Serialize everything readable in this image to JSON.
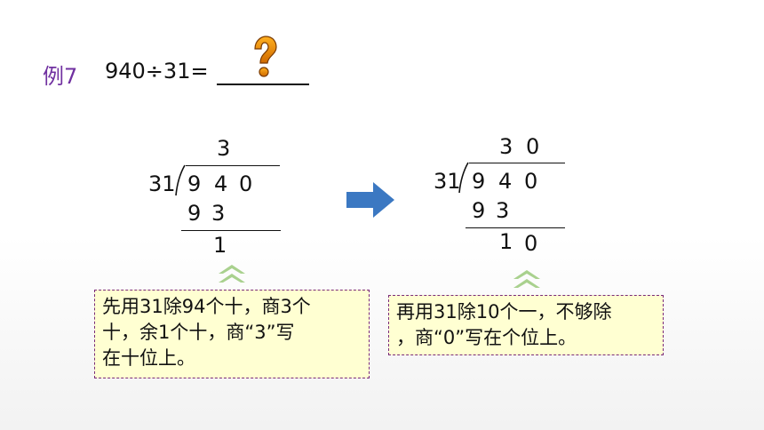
{
  "header": {
    "example_label": "例7",
    "equation": "940÷31="
  },
  "division_left": {
    "divisor": "31",
    "quotient": [
      "3"
    ],
    "dividend": [
      "9",
      "4",
      "0"
    ],
    "product": [
      "9",
      "3"
    ],
    "remainder": [
      "1"
    ]
  },
  "division_right": {
    "divisor": "31",
    "quotient": [
      "3",
      "0"
    ],
    "dividend": [
      "9",
      "4",
      "0"
    ],
    "product": [
      "9",
      "3"
    ],
    "remainder": [
      "1",
      "0"
    ]
  },
  "notes": {
    "left": [
      "先用31除94个十，商3个",
      "十，余1个十，商“3”写",
      "在十位上。"
    ],
    "right": [
      "再用31除10个一，不够除",
      "，商“0”写在个位上。"
    ]
  },
  "colors": {
    "arrow": "#3b78c2",
    "chevron": "#a9d18e",
    "note_bg": "#ffffd2",
    "note_border": "#7a2a78",
    "label": "#7030a0"
  },
  "icons": {
    "question": "question-mark-icon",
    "arrow": "arrow-right-icon",
    "chevron": "chevron-up-double-icon"
  }
}
